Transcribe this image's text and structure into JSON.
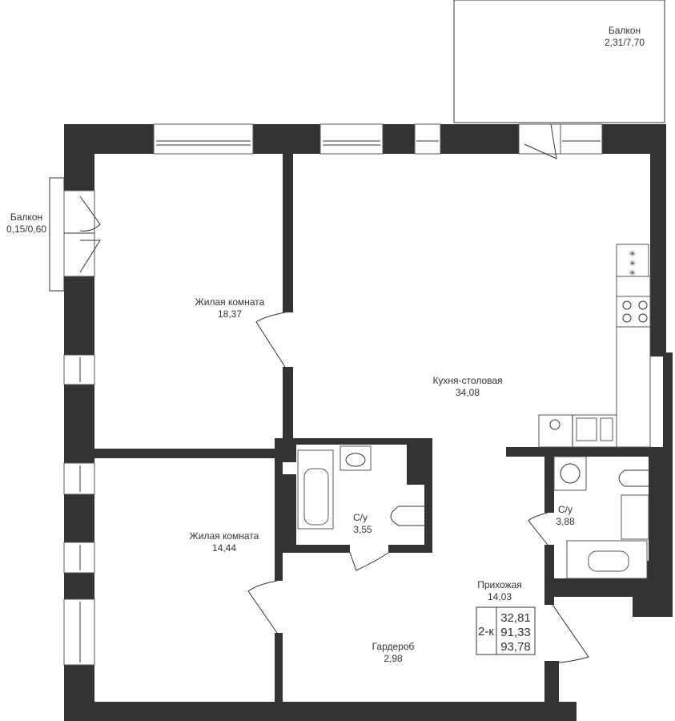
{
  "plan": {
    "rooms": [
      {
        "name": "Балкон",
        "area": "2,31/7,70"
      },
      {
        "name": "Балкон",
        "area": "0,15/0,60"
      },
      {
        "name": "Жилая комната",
        "area": "18,37"
      },
      {
        "name": "Кухня-столовая",
        "area": "34,08"
      },
      {
        "name": "Жилая комната",
        "area": "14,44"
      },
      {
        "name": "С/у",
        "area": "3,55"
      },
      {
        "name": "С/у",
        "area": "3,88"
      },
      {
        "name": "Прихожая",
        "area": "14,03"
      },
      {
        "name": "Гардероб",
        "area": "2,98"
      }
    ],
    "summary": {
      "type": "2-к",
      "living_area": "32,81",
      "total_area": "91,33",
      "total_with_balcony": "93,78"
    }
  },
  "colors": {
    "wall": "#333333"
  }
}
